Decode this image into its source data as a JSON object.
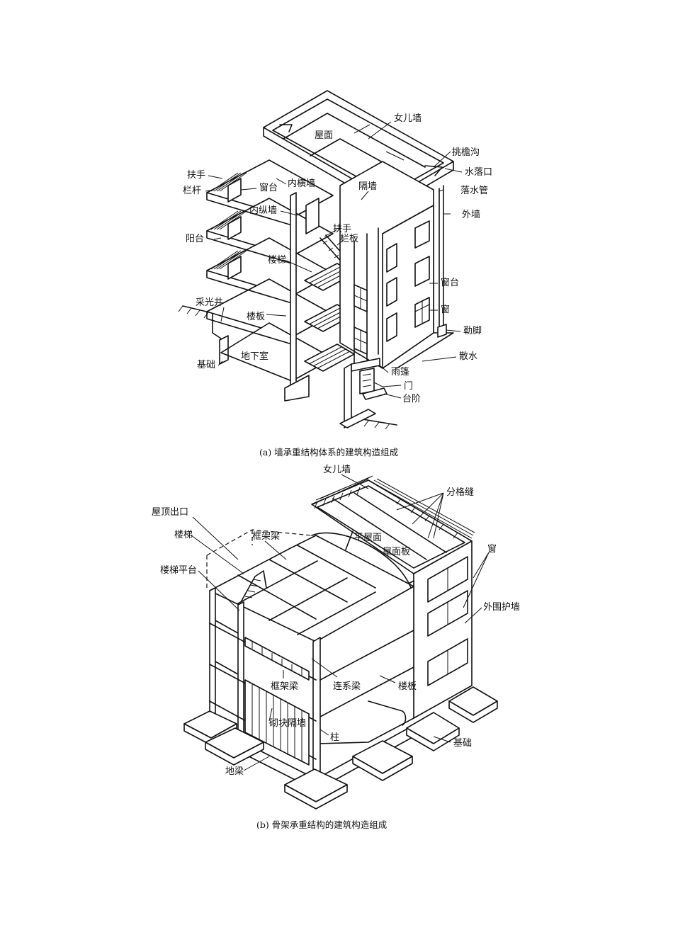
{
  "figure_a": {
    "caption": "(a) 墙承重结构体系的建筑构造组成",
    "labels": {
      "parapet": "女儿墙",
      "roof": "屋面",
      "eave_gutter": "挑檐沟",
      "drain_outlet": "水落口",
      "downpipe": "落水管",
      "exterior_wall": "外墙",
      "handrail_left": "扶手",
      "railing": "栏杆",
      "window_sill_left": "窗台",
      "inner_cross_wall": "内横墙",
      "partition_wall": "隔墙",
      "inner_long_wall": "内纵墙",
      "handrail_stair": "扶手",
      "balustrade": "栏板",
      "balcony": "阳台",
      "stair": "楼梯",
      "window_sill_right": "窗台",
      "window": "窗",
      "light_well": "采光井",
      "floor_slab": "楼板",
      "plinth": "勒脚",
      "apron": "散水",
      "basement": "地下室",
      "foundation": "基础",
      "canopy": "雨篷",
      "door": "门",
      "steps": "台阶"
    }
  },
  "figure_b": {
    "caption": "(b) 骨架承重结构的建筑构造组成",
    "labels": {
      "parapet": "女儿墙",
      "dividing_joint": "分格缝",
      "roof_exit": "屋顶出口",
      "stair": "楼梯",
      "frame_beam_top": "框架梁",
      "flat_roof": "平屋面",
      "roof_slab": "屋面板",
      "window": "窗",
      "stair_landing": "楼梯平台",
      "enclosure_wall": "外围护墙",
      "frame_beam": "框架梁",
      "tie_beam": "连系梁",
      "floor_slab": "楼板",
      "block_partition": "砌块隔墙",
      "column": "柱",
      "foundation": "基础",
      "ground_beam": "地梁"
    }
  }
}
